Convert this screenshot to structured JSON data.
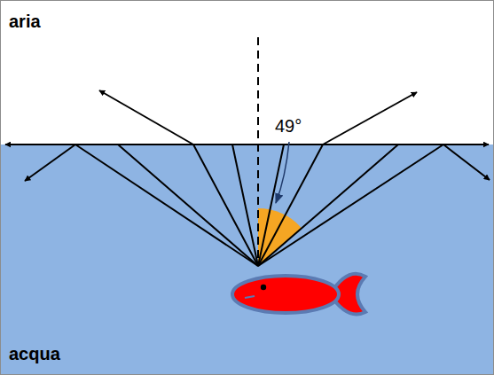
{
  "diagram": {
    "labels": [
      "aria",
      "acqua",
      "49°"
    ]
  }
}
